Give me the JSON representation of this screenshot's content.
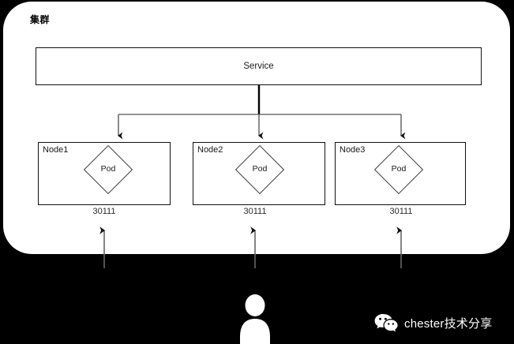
{
  "diagram": {
    "cluster_label": "集群",
    "service": {
      "label": "Service"
    },
    "nodes": [
      {
        "name": "Node1",
        "pod_label": "Pod",
        "node_port": "30111"
      },
      {
        "name": "Node2",
        "pod_label": "Pod",
        "node_port": "30111"
      },
      {
        "name": "Node3",
        "pod_label": "Pod",
        "node_port": "30111"
      }
    ],
    "colors": {
      "background": "#000000",
      "panel": "#ffffff",
      "stroke": "#111111",
      "connector": "#666666",
      "trunk": "#000000",
      "text": "#1a1a1a",
      "footer_text": "#ffffff"
    }
  },
  "footer": {
    "user_icon_name": "user-person-icon",
    "wechat_logo_name": "wechat-icon",
    "brand_text": "chester技术分享"
  }
}
